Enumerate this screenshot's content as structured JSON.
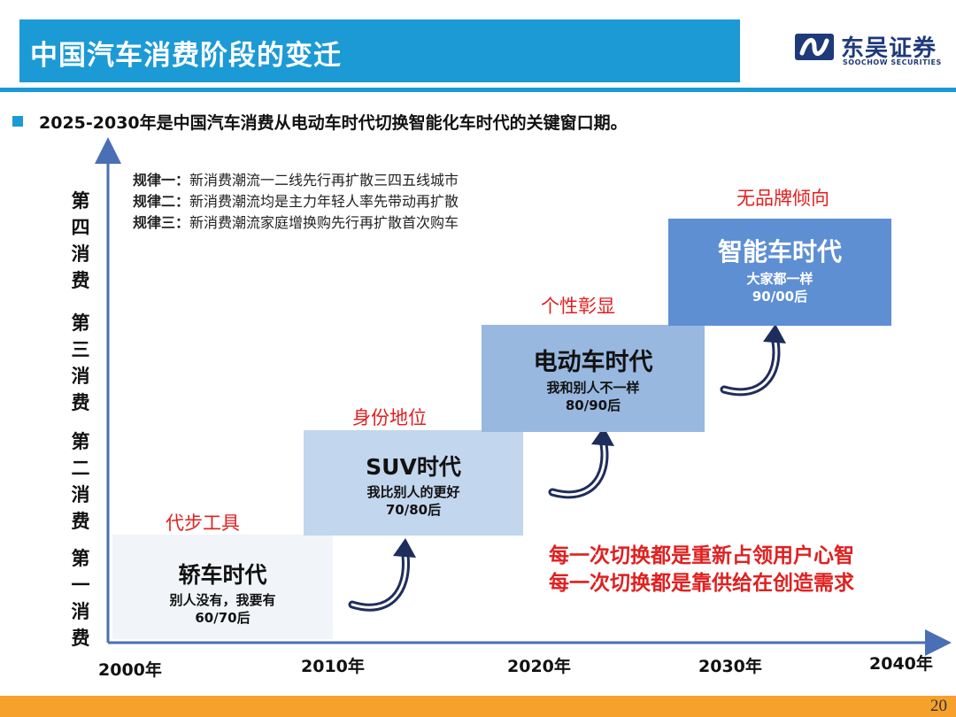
{
  "header": {
    "title": "中国汽车消费阶段的变迁",
    "logo_cn": "东吴证券",
    "logo_en": "SOOCHOW SECURITIES"
  },
  "headline": "2025-2030年是中国汽车消费从电动车时代切换智能化车时代的关键窗口期。",
  "rules": [
    {
      "label": "规律一：",
      "text": "新消费潮流一二线先行再扩散三四五线城市"
    },
    {
      "label": "规律二：",
      "text": "新消费潮流均是主力年轻人率先带动再扩散"
    },
    {
      "label": "规律三：",
      "text": "新消费潮流家庭增换购先行再扩散首次购车"
    }
  ],
  "y_axis_labels": [
    "第四消费",
    "第三消费",
    "第二消费",
    "第一消费"
  ],
  "x_axis_labels": [
    "2000年",
    "2010年",
    "2020年",
    "2030年",
    "2040年"
  ],
  "stages": [
    {
      "era": "轿车时代",
      "desc": "别人没有，我要有",
      "gen": "60/70后",
      "theme": "代步工具"
    },
    {
      "era": "SUV时代",
      "desc": "我比别人的更好",
      "gen": "70/80后",
      "theme": "身份地位"
    },
    {
      "era": "电动车时代",
      "desc": "我和别人不一样",
      "gen": "80/90后",
      "theme": "个性彰显"
    },
    {
      "era": "智能车时代",
      "desc": "大家都一样",
      "gen": "90/00后",
      "theme": "无品牌倾向"
    }
  ],
  "slogans": [
    "每一次切换都是重新占领用户心智",
    "每一次切换都是靠供给在创造需求"
  ],
  "page_number": "20",
  "colors": {
    "primary_blue": "#1c9ad6",
    "accent_red": "#e02020",
    "footer_orange": "#f6a12c",
    "arrow_navy": "#1f2d5c"
  }
}
